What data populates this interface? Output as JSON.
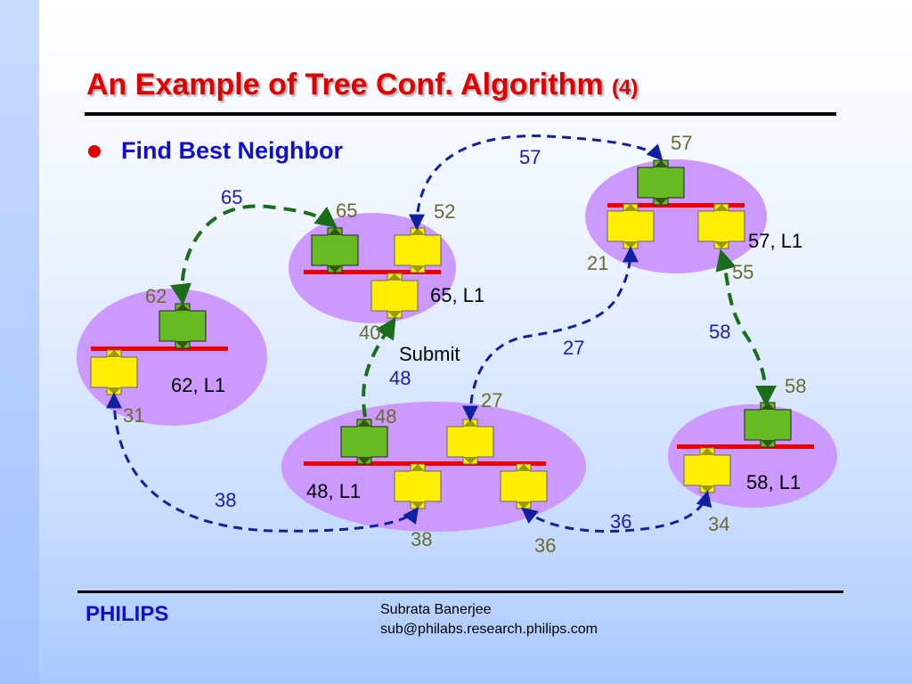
{
  "slide": {
    "title": "An Example of Tree Conf. Algorithm",
    "title_suffix": "(4)",
    "bullet": "Find Best Neighbor"
  },
  "diagram": {
    "nodes": [
      {
        "name": "62",
        "label": "62, L1",
        "top_value": "62",
        "bottom_value": "31"
      },
      {
        "name": "65",
        "label": "65, L1",
        "left_value": "65",
        "right_value": "52",
        "bottom_value": "40"
      },
      {
        "name": "57",
        "label": "57, L1",
        "top_value": "57",
        "left_value": "21",
        "right_value": "55"
      },
      {
        "name": "48",
        "label": "48, L1",
        "left_value": "48",
        "right_value": "27",
        "bottom_left_value": "38",
        "bottom_right_value": "36"
      },
      {
        "name": "58",
        "label": "58, L1",
        "top_value": "58",
        "bottom_value": "34"
      }
    ],
    "edge_labels": {
      "e65": "65",
      "e57": "57",
      "e27": "27",
      "e58": "58",
      "e48": "48",
      "e38": "38",
      "e36": "36"
    },
    "submit_label": "Submit",
    "colors": {
      "ellipse": "#cc99ff",
      "bar": "#ee0000",
      "green_arrow": "#66bb22",
      "yellow_arrow": "#ffee00",
      "dashed_green": "#1a6e1a",
      "dashed_blue": "#1020a0"
    }
  },
  "footer": {
    "brand": "PHILIPS",
    "author": "Subrata Banerjee",
    "email": "sub@philabs.research.philips.com"
  }
}
